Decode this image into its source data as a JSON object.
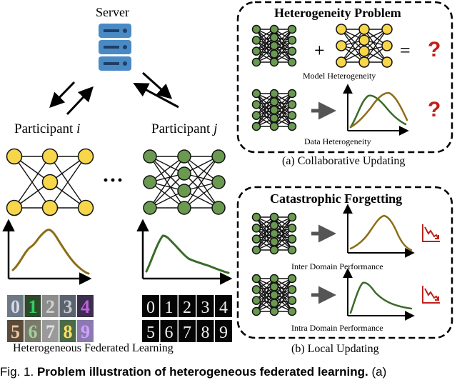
{
  "server": {
    "label": "Server"
  },
  "participants": {
    "i": {
      "prefix": "Participant ",
      "var": "i"
    },
    "j": {
      "prefix": "Participant ",
      "var": "j"
    },
    "ellipsis": "···"
  },
  "left_caption": "Heterogeneous Federated Learning",
  "digits_dark": {
    "row1": [
      "0",
      "1",
      "2",
      "3",
      "4"
    ],
    "row2": [
      "5",
      "6",
      "7",
      "8",
      "9"
    ]
  },
  "panel_a": {
    "title": "Heterogeneity Problem",
    "plus": "+",
    "equals": "=",
    "question": "?",
    "model_label": "Model Heterogeneity",
    "data_label": "Data Heterogeneity",
    "caption": "(a) Collaborative Updating"
  },
  "panel_b": {
    "title": "Catastrophic Forgetting",
    "inter_label": "Inter Domain Performance",
    "intra_label": "Intra Domain Performance",
    "caption": "(b) Local Updating"
  },
  "figure_caption": {
    "prefix": "Fig. 1. ",
    "bold": "Problem illustration of heterogeneous federated learning.",
    "suffix": " (a)"
  },
  "colors": {
    "node_yellow": "#f7d64a",
    "node_green": "#6a9a50",
    "curve_gold": "#8b6d14",
    "curve_green": "#3a6b2a",
    "red_mark": "#c0201a",
    "server_blue": "#4a8ac4"
  }
}
